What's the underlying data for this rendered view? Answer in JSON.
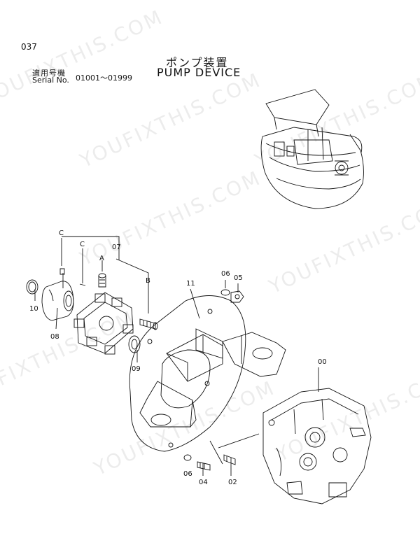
{
  "page_number": "037",
  "title_ja": "ポンプ装置",
  "title_en": "PUMP DEVICE",
  "serial_label_ja": "適用号機",
  "serial_label_en": "Serial No.",
  "serial_range": "01001～01999",
  "watermark_text": "YOUFIXTHIS.COM",
  "callouts": {
    "c_upper": "C",
    "c_lower": "C",
    "a": "A",
    "b": "B",
    "p07": "07",
    "p10": "10",
    "p08": "08",
    "p09": "09",
    "p11": "11",
    "p06_top": "06",
    "p05": "05",
    "p00": "00",
    "p06_bottom": "06",
    "p04": "04",
    "p02": "02"
  },
  "colors": {
    "line": "#111111",
    "watermark": "#000000"
  }
}
